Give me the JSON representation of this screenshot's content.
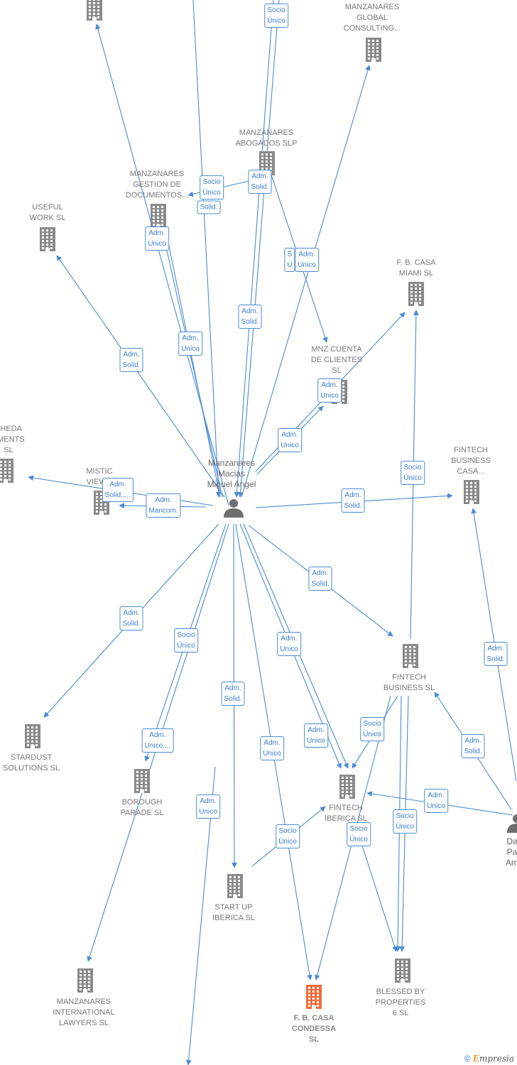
{
  "colors": {
    "edge": "#4a8ad4",
    "node": "#8a8a8a",
    "highlight": "#f26a3a",
    "edge_label_text": "#3c7dcc"
  },
  "nodes": [
    {
      "id": "top_left",
      "label": "",
      "type": "company"
    },
    {
      "id": "global",
      "label": "MANZANARES\nGLOBAL\nCONSULTING...",
      "type": "company"
    },
    {
      "id": "abogados",
      "label": "MANZANARES\nABOGADOS SLP",
      "type": "company"
    },
    {
      "id": "gestion",
      "label": "MANZANARES\nGESTION DE\nDOCUMENTOS...",
      "type": "company"
    },
    {
      "id": "useful",
      "label": "USEFUL\nWORK SL",
      "type": "company"
    },
    {
      "id": "miami",
      "label": "F. B. CASA\nMIAMI  SL",
      "type": "company"
    },
    {
      "id": "mnz",
      "label": "MNZ CUENTA\nDE CLIENTES\nSL",
      "type": "company"
    },
    {
      "id": "sheda",
      "label": "SHEDA\nTMENTS\nSL",
      "type": "company"
    },
    {
      "id": "mistic",
      "label": "MISTIC\nVIEW...",
      "type": "company"
    },
    {
      "id": "person",
      "label": "Manzanares\nMacias\nMiguel Angel",
      "type": "person"
    },
    {
      "id": "fbcasa_top",
      "label": "FINTECH\nBUSINESS\nCASA...",
      "type": "company"
    },
    {
      "id": "fintech_sl",
      "label": "FINTECH\nBUSINESS  SL",
      "type": "company"
    },
    {
      "id": "stardust",
      "label": "STARDUST\nSOLUTIONS SL",
      "type": "company"
    },
    {
      "id": "borough",
      "label": "BOROUGH\nPARADE  SL",
      "type": "company"
    },
    {
      "id": "iberica",
      "label": "FINTECH\nIBERICA  SL",
      "type": "company"
    },
    {
      "id": "startup",
      "label": "START UP\nIBERICA  SL",
      "type": "company"
    },
    {
      "id": "intl",
      "label": "MANZANARES\nINTERNATIONAL\nLAWYERS  SL",
      "type": "company"
    },
    {
      "id": "condessa",
      "label": "F. B. CASA\nCONDESSA\nSL",
      "type": "company_highlight"
    },
    {
      "id": "blessed",
      "label": "BLESSED BY\nPROPERTIES\n6  SL",
      "type": "company"
    },
    {
      "id": "person2",
      "label": "Da\nPa\nAm",
      "type": "person"
    }
  ],
  "edge_labels": [
    "Socio\nÚnico",
    "Socio\nÚnico",
    "Adm.\nSolid.",
    "Solid.",
    "Adm.\nUnico",
    "S\nÚ",
    "Adm.\nUnico",
    "Adm.\nSolid.",
    "Adm.\nUnico",
    "Adm.\nSolid.",
    "Adm.\nUnico",
    "Adm.\nUnico",
    "Adm.\nSolid.,...",
    "Adm.\nMancom.",
    "Adm.\nSolid.",
    "Socio\nÚnico",
    "Adm.\nSolid.",
    "Adm.\nSolid.",
    "Socio\nÚnico",
    "Adm.\nUnico",
    "Adm.\nSolid.",
    "Adm.\nUnico,...",
    "Adm.\nUnico",
    "Socio\nÚnico",
    "Adm.\nSolid.",
    "Adm.\nUnico",
    "Adm.\nUnico",
    "Adm.\nSolid.",
    "Adm.\nUnico",
    "Socio\nÚnico",
    "Socio\nÚnico",
    "Socio\nÚnico"
  ],
  "footer": {
    "copyright": "©",
    "brand_initial": "E",
    "brand_rest": "mpresia"
  }
}
